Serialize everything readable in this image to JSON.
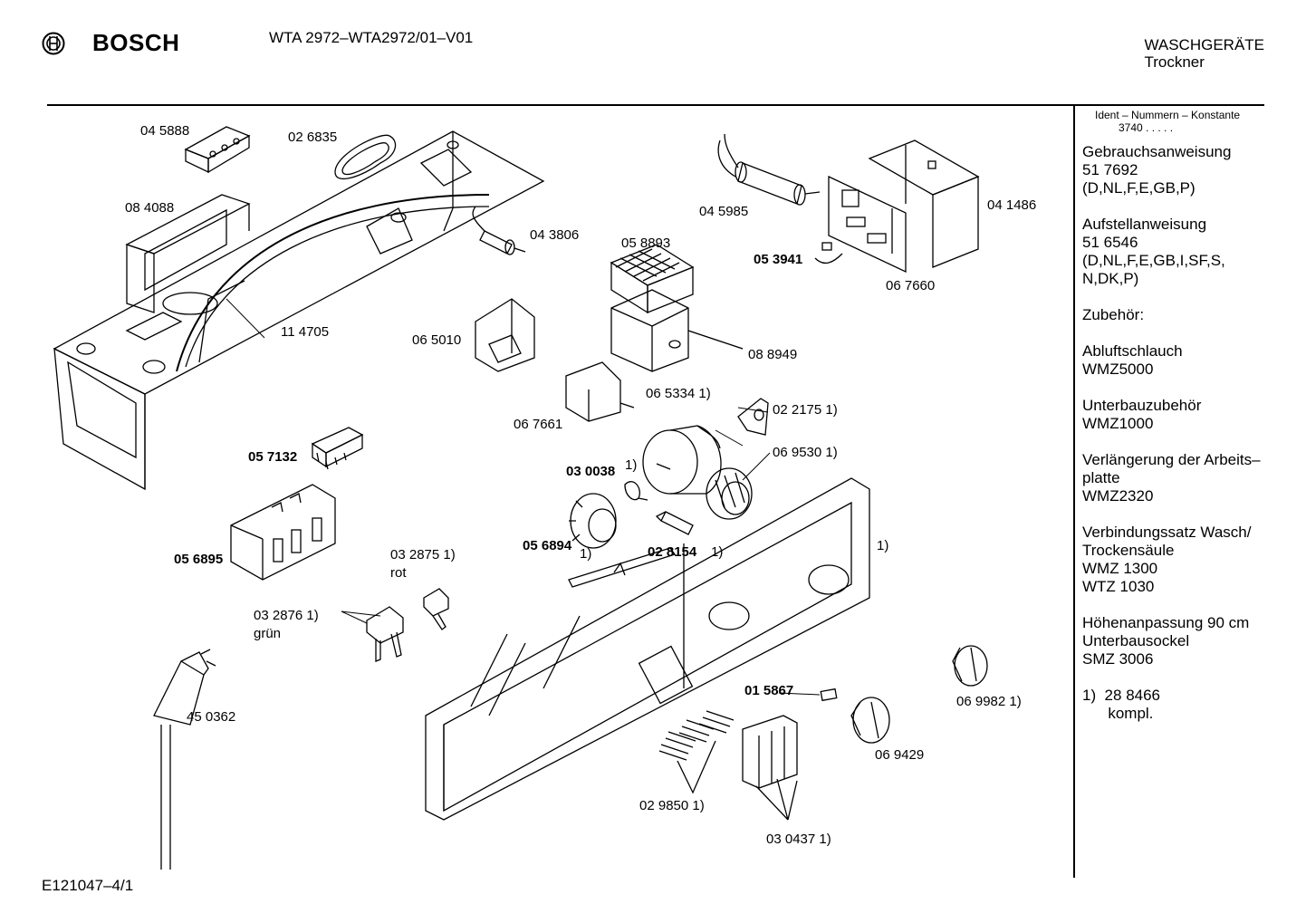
{
  "header": {
    "brand": "BOSCH",
    "model": "WTA 2972–WTA2972/01–V01",
    "category_line1": "WASCHGERÄTE",
    "category_line2": "Trockner"
  },
  "footer_code": "E121047–4/1",
  "sidebar": {
    "ident_header": "Ident – Nummern – Konstante",
    "ident_value": "3740 . . . . .",
    "blocks": [
      {
        "lines": [
          "Gebrauchsanweisung",
          "51 7692",
          "(D,NL,F,E,GB,P)"
        ]
      },
      {
        "lines": [
          "Aufstellanweisung",
          "51 6546",
          "(D,NL,F,E,GB,I,SF,S,",
          "N,DK,P)"
        ]
      },
      {
        "lines": [
          "Zubehör:"
        ]
      },
      {
        "lines": [
          "Abluftschlauch",
          "WMZ5000"
        ]
      },
      {
        "lines": [
          "Unterbauzubehör",
          "WMZ1000"
        ]
      },
      {
        "lines": [
          "Verlängerung der Arbeits–",
          "platte",
          "WMZ2320"
        ]
      },
      {
        "lines": [
          "Verbindungssatz Wasch/",
          "Trockensäule",
          "WMZ 1300",
          "WTZ 1030"
        ]
      },
      {
        "lines": [
          "Höhenanpassung 90 cm",
          "Unterbausockel",
          "SMZ 3006"
        ]
      },
      {
        "lines": [
          "1)  28 8466",
          "      kompl."
        ]
      }
    ]
  },
  "part_labels": {
    "p045888": "04 5888",
    "p026835": "02 6835",
    "p084088": "08 4088",
    "p043806": "04 3806",
    "p045985": "04 5985",
    "p041486": "04 1486",
    "p058893": "05 8893",
    "p053941": "05 3941",
    "p067660": "06 7660",
    "p114705": "11 4705",
    "p065010": "06 5010",
    "p088949": "08 8949",
    "p065334": "06 5334 1)",
    "p022175": "02 2175 1)",
    "p067661": "06 7661",
    "p057132": "05 7132",
    "p069530": "06 9530 1)",
    "p030038": "03 0038",
    "p030038n": "1)",
    "p056894": "05 6894",
    "p056894n": "1)",
    "p028154": "02 8154",
    "p028154n": "1)",
    "p056895": "05 6895",
    "p032875": "03 2875 1)",
    "p032875c": "rot",
    "p032876": "03 2876 1)",
    "p032876c": "grün",
    "panel_note": "1)",
    "p450362": "45 0362",
    "p015867": "01 5867",
    "p069982": "06 9982 1)",
    "p069429": "06 9429",
    "p029850": "02 9850 1)",
    "p030437": "03 0437 1)"
  }
}
